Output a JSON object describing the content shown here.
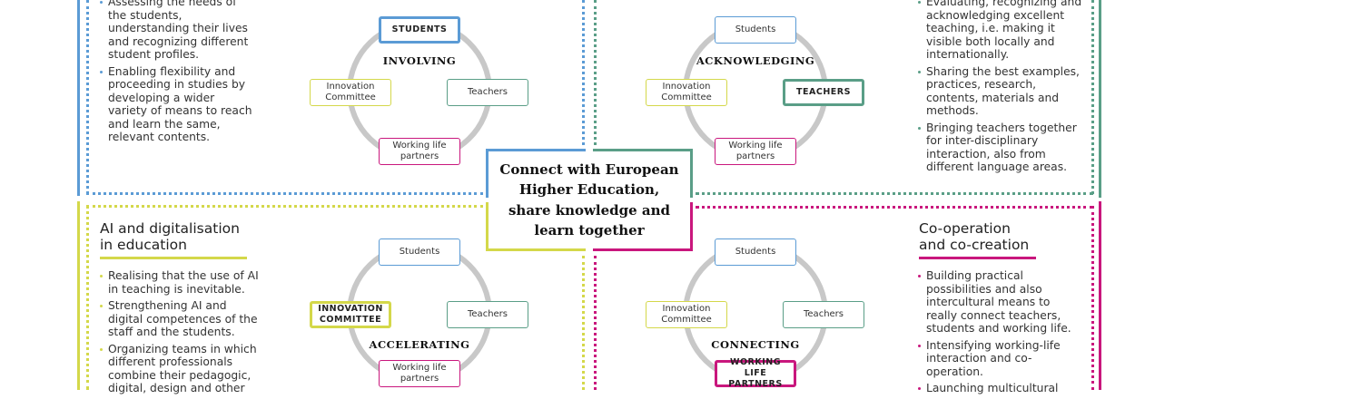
{
  "colors": {
    "blue": "#5b9bd5",
    "green": "#5a9e87",
    "yellow": "#d4d84a",
    "magenta": "#c9177d",
    "ring": "#c8c8c8"
  },
  "center_title": "Connect with European Higher Education, share knowledge and learn together",
  "node_labels": {
    "students": "Students",
    "teachers": "Teachers",
    "innovation": "Innovation Committee",
    "working": "Working life partners"
  },
  "quadrants": [
    {
      "id": "involving",
      "verb": "INVOLVING",
      "active": "students",
      "active_label": "STUDENTS"
    },
    {
      "id": "acknowledging",
      "verb": "ACKNOWLEDGING",
      "active": "teachers",
      "active_label": "TEACHERS"
    },
    {
      "id": "accelerating",
      "verb": "ACCELERATING",
      "active": "innovation",
      "active_label": "INNOVATION COMMITTEE"
    },
    {
      "id": "connecting",
      "verb": "CONNECTING",
      "active": "working",
      "active_label": "WORKING LIFE PARTNERS"
    }
  ],
  "top_left": {
    "bullets": [
      "Assessing the needs of the students, understanding their lives and recognizing different student profiles.",
      "Enabling flexibility and proceeding in studies by developing a wider variety of means to reach and learn the same, relevant contents."
    ]
  },
  "top_right": {
    "bullets": [
      "Evaluating, recognizing and acknowledging excellent teaching, i.e. making it visible both locally and internationally.",
      "Sharing the best examples, practices, research, contents, materials and methods.",
      "Bringing teachers together for inter-disciplinary interaction, also from different language areas."
    ]
  },
  "bottom_left": {
    "heading": "AI and digitalisation in education",
    "bullets": [
      "Realising that the use of AI in teaching is inevitable.",
      "Strengthening AI and digital competences of the staff and the students.",
      "Organizing teams in which different professionals combine their pedagogic, digital, design and other"
    ]
  },
  "bottom_right": {
    "heading": "Co-operation and co-creation",
    "bullets": [
      "Building practical possibilities and also intercultural means to really connect teachers, students and working life.",
      "Intensifying working-life interaction and co-operation.",
      "Launching multicultural"
    ]
  }
}
